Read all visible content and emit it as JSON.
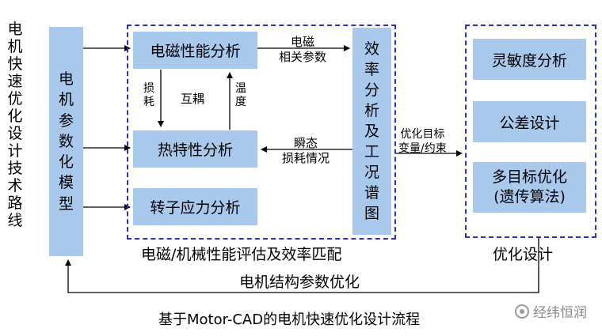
{
  "side_title_chars": [
    "电",
    "机",
    "快",
    "速",
    "优",
    "化",
    "设",
    "计",
    "技",
    "术",
    "路",
    "线"
  ],
  "param_model_chars": [
    "电",
    "机",
    "参",
    "数",
    "化",
    "模",
    "型"
  ],
  "blocks": {
    "emag": "电磁性能分析",
    "thermal": "热特性分析",
    "stress": "转子应力分析",
    "efficiency_chars": [
      "效",
      "率",
      "分",
      "析",
      "及",
      "工",
      "况",
      "谱",
      "图"
    ],
    "sensitivity": "灵敏度分析",
    "tolerance": "公差设计",
    "moo_line1": "多目标优化",
    "moo_line2": "(遗传算法)"
  },
  "arrow_labels": {
    "loss": [
      "损",
      "耗"
    ],
    "coupling": "互耦",
    "temperature": [
      "温",
      "度"
    ],
    "emag_params_line1": "电磁",
    "emag_params_line2": "相关参数",
    "transient_line1": "瞬态",
    "transient_line2": "损耗情况",
    "opt_target_line1": "优化目标",
    "opt_target_line2": "变量/约束"
  },
  "captions": {
    "eval_group": "电磁/机械性能评估及效率匹配",
    "opt_group": "优化设计",
    "feedback": "电机结构参数优化",
    "figure_title": "基于Motor-CAD的电机快速优化设计流程"
  },
  "logo_text": "经纬恒润",
  "colors": {
    "box_fill": "#a8c8ec",
    "dashed_border": "#2c2ecc",
    "arrow": "#000000",
    "logo": "#888888"
  }
}
